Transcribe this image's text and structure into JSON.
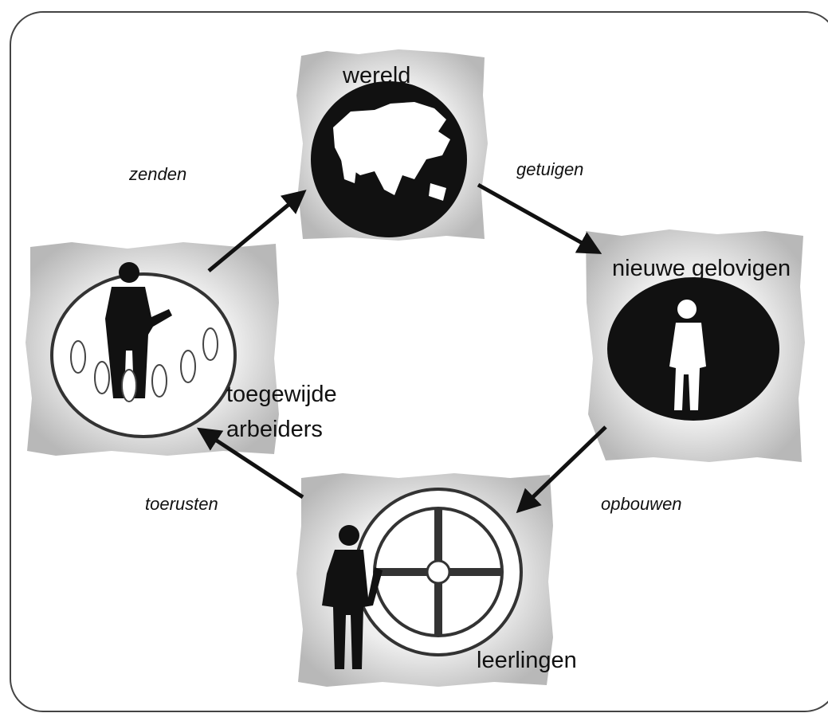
{
  "nodes": {
    "wereld": {
      "label": "wereld",
      "icon": "globe-icon"
    },
    "nieuwe_gelovigen": {
      "label": "nieuwe gelovigen",
      "icon": "standing-person-icon"
    },
    "leerlingen": {
      "label": "leerlingen",
      "icon": "teacher-with-wheel-icon"
    },
    "toegewijde_arbeiders": {
      "line1": "toegewijde",
      "line2": "arbeiders",
      "icon": "leader-with-group-icon"
    }
  },
  "edges": {
    "zenden": "zenden",
    "getuigen": "getuigen",
    "opbouwen": "opbouwen",
    "toerusten": "toerusten"
  },
  "colors": {
    "ink": "#111111",
    "tile": "#d6d6d6",
    "frame": "#444444"
  }
}
